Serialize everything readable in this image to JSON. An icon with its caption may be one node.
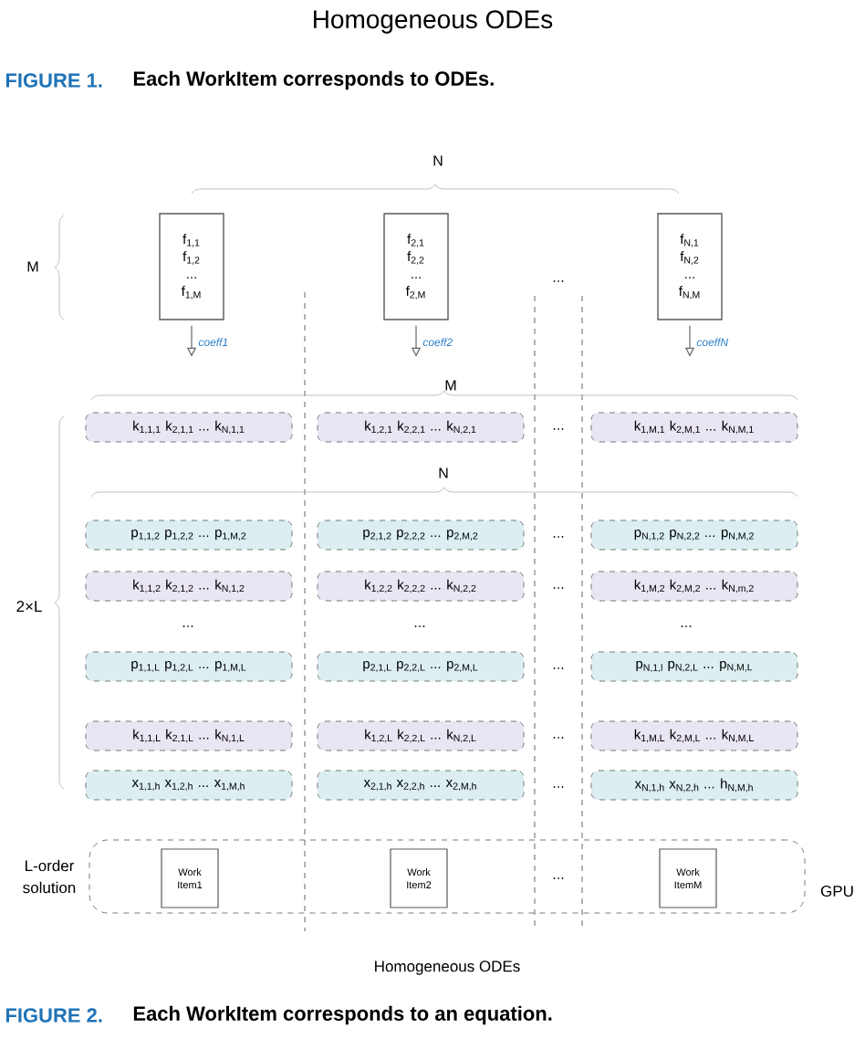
{
  "diagram": {
    "title": "Homogeneous ODEs",
    "nodes": [
      {
        "text": [
          "f$_{1,1}$",
          "f$_{1,2}$",
          "...",
          "f$_{1,M}$"
        ]
      },
      {
        "text": [
          "f$_{2,1}$",
          "f$_{2,2}$",
          "...",
          "f$_{2,M}$"
        ]
      },
      {
        "text": [
          "f$_{N,1}$",
          "f$_{N,2}$",
          "...",
          "f$_{N,M}$"
        ]
      },
      {
        "text": [
          "k$_{1,1,1}$ k$_{2,1,1}$ ... k$_{N,1,1}$"
        ]
      },
      {
        "text": [
          "k$_{1,2,1}$ k$_{2,2,1}$ ... k$_{N,2,1}$"
        ]
      },
      {
        "text": [
          "k$_{1,M,1}$ k$_{2,M,1}$ ... k$_{N,M,1}$"
        ]
      },
      {
        "text": [
          "p$_{1,1,2}$ p$_{1,2,2}$ ... p$_{1,M,2}$"
        ]
      },
      {
        "text": [
          "p$_{2,1,2}$ p$_{2,2,2}$ ... p$_{2,M,2}$"
        ]
      },
      {
        "text": [
          "p$_{N,1,2}$ p$_{N,2,2}$ ... p$_{N,M,2}$"
        ]
      },
      {
        "text": [
          "k$_{1,1,2}$ k$_{2,1,2}$ ... k$_{N,1,2}$"
        ]
      },
      {
        "text": [
          "k$_{1,2,2}$ k$_{2,2,2}$ ... k$_{N,2,2}$"
        ]
      },
      {
        "text": [
          "k$_{1,M,2}$ k$_{2,M,2}$ ... k$_{N,m,2}$"
        ]
      },
      {
        "text": [
          "p$_{1,1,L}$ p$_{1,2,L}$ ... p$_{1,M,L}$"
        ]
      },
      {
        "text": [
          "p$_{2,1,L}$ p$_{2,2,L}$ ... p$_{2,M,L}$"
        ]
      },
      {
        "text": [
          "p$_{N,1,l}$ p$_{N,2,L}$ ... p$_{N,M,L}$"
        ]
      },
      {
        "text": [
          "k$_{1,1,L}$ k$_{2,1,L}$ ... k$_{N,1,L}$"
        ]
      },
      {
        "text": [
          "k$_{1,2,L}$ k$_{2,2,L}$ ... k$_{N,2,L}$"
        ]
      },
      {
        "text": [
          "k$_{1,M,L}$ k$_{2,M,L}$ ... k$_{N,M,L}$"
        ]
      },
      {
        "text": [
          "x$_{1,1,h}$ x$_{1,2,h}$ ... x$_{1,M,h}$"
        ]
      },
      {
        "text": [
          "x$_{2,1,h}$ x$_{2,2,h}$ ... x$_{2,M,h}$"
        ]
      },
      {
        "text": [
          "x$_{N,1,h}$ x$_{N,2,h}$ ... h$_{N,M,h}$"
        ]
      },
      {
        "text": [
          "GPU"
        ]
      },
      {
        "text": [
          "Work Item1"
        ],
        "in": 21
      },
      {
        "text": [
          "Work Item2"
        ],
        "in": 21
      },
      {
        "text": [
          "Work ItemM"
        ],
        "in": 21
      }
    ],
    "edges": [
      {
        "from": 0,
        "to": null,
        "arrow": "to",
        "label": "coeff1"
      },
      {
        "from": 1,
        "to": null,
        "arrow": "to",
        "label": "coeff2"
      },
      {
        "from": 2,
        "to": null,
        "arrow": "to",
        "label": "coeffN"
      }
    ],
    "labels": [
      "FIGURE 1.",
      "Each WorkItem corresponds to ODEs.",
      "N",
      "M",
      "...",
      "M",
      "...",
      "N",
      "...",
      "...",
      "...",
      "...",
      "2×L",
      "...",
      "...",
      "...",
      "...",
      "L-order solution",
      "...",
      "Homogeneous ODEs",
      "FIGURE 2.",
      "Each WorkItem corresponds to an equation."
    ]
  }
}
